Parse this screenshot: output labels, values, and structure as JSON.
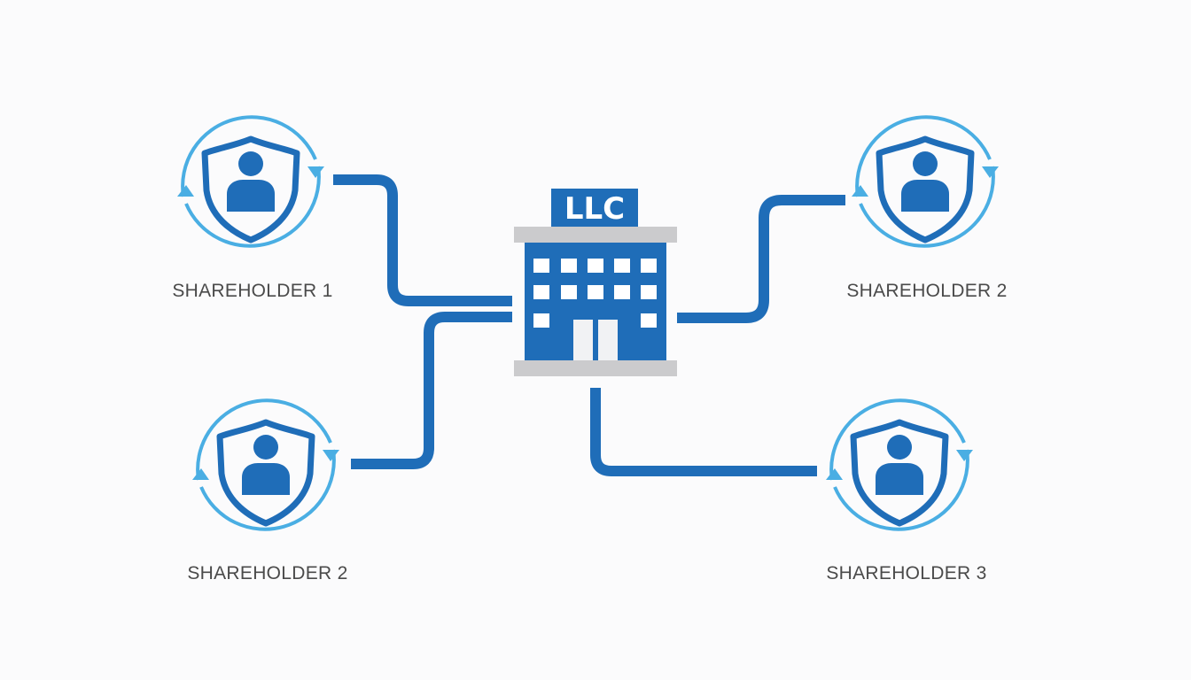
{
  "company": {
    "sign_label": "LLC",
    "icon": "office-building-icon"
  },
  "shareholders": [
    {
      "label": "SHAREHOLDER 1",
      "icon": "shield-user-icon"
    },
    {
      "label": "SHAREHOLDER 2",
      "icon": "shield-user-icon"
    },
    {
      "label": "SHAREHOLDER 2",
      "icon": "shield-user-icon"
    },
    {
      "label": "SHAREHOLDER 3",
      "icon": "shield-user-icon"
    }
  ],
  "colors": {
    "primary": "#1f6db8",
    "ring": "#4aaee3",
    "roof": "#cbcbcd",
    "window": "#ffffff",
    "label": "#4a4a4a",
    "background": "#fbfbfc"
  }
}
